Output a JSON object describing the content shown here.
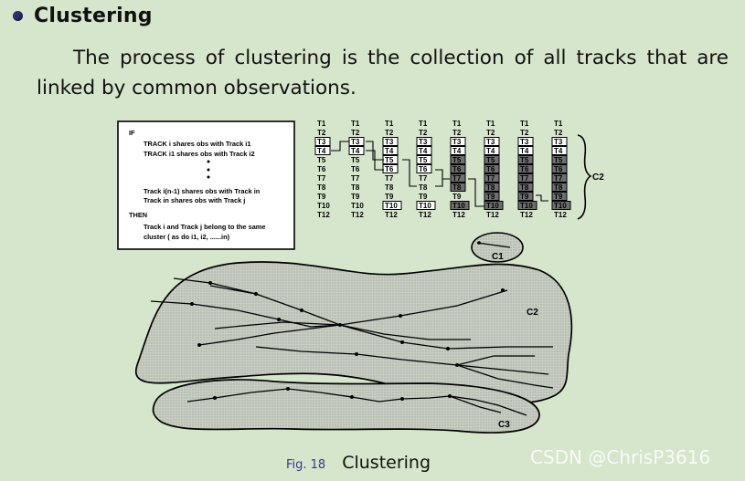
{
  "heading": "Clustering",
  "paragraph": {
    "line1": "The process of clustering is the collection of all tracks that are",
    "line2": "linked by common observations."
  },
  "rule_box": {
    "if": "IF",
    "line1": "TRACK i shares obs with Track i1",
    "line2": "TRACK i1 shares obs with Track i2",
    "line3": "Track i(n-1) shares obs with Track in",
    "line4": "Track in shares obs with Track j",
    "then": "THEN",
    "line5": "Track i and Track j belong to the same",
    "line6": "cluster ( as do i1, i2, ......in)"
  },
  "track_columns": {
    "rows": [
      "T1",
      "T2",
      "T3",
      "T4",
      "T5",
      "T6",
      "T7",
      "T8",
      "T9",
      "T10",
      "T12"
    ],
    "brace_label": "C2"
  },
  "clusters": {
    "c1": "C1",
    "c2": "C2",
    "c3": "C3"
  },
  "caption": {
    "fig_label": "Fig. 18",
    "text": "Clustering"
  },
  "watermark": "CSDN @ChrisP3616"
}
